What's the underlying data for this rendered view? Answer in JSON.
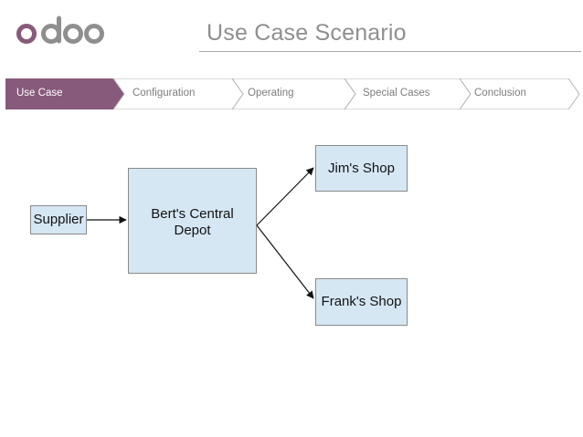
{
  "brand": {
    "logo_text": "odoo",
    "color": "#875A7B"
  },
  "header": {
    "title": "Use Case Scenario"
  },
  "steps": [
    {
      "label": "Use Case",
      "active": true
    },
    {
      "label": "Configuration",
      "active": false
    },
    {
      "label": "Operating",
      "active": false
    },
    {
      "label": "Special Cases",
      "active": false
    },
    {
      "label": "Conclusion",
      "active": false
    }
  ],
  "colors": {
    "active_step": "#875A7B",
    "box_fill": "#d6e7f4",
    "title": "#8f8f8f"
  },
  "diagram": {
    "nodes": {
      "supplier": "Supplier",
      "depot": "Bert's Central Depot",
      "jims_shop": "Jim's Shop",
      "franks_shop": "Frank's Shop"
    },
    "edges": [
      {
        "from": "supplier",
        "to": "depot"
      },
      {
        "from": "depot",
        "to": "jims_shop"
      },
      {
        "from": "depot",
        "to": "franks_shop"
      }
    ]
  }
}
